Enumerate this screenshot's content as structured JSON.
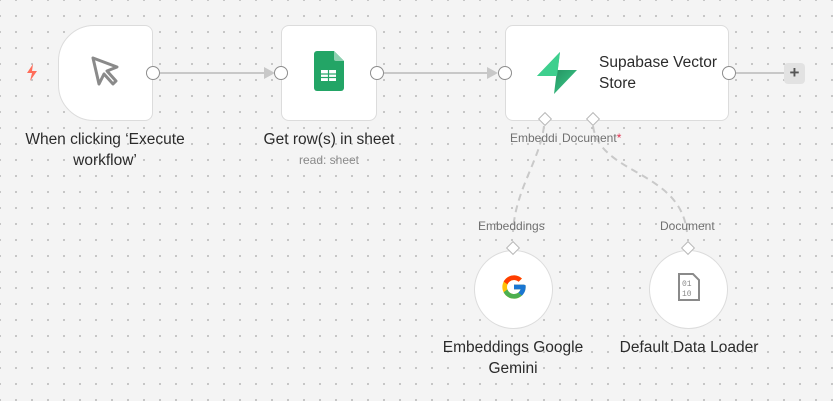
{
  "canvas": {
    "background": "#f4f4f4",
    "dot_color": "#a8a8a8"
  },
  "nodes": {
    "trigger": {
      "label": "When clicking ‘Execute workflow’",
      "label_line1": "When clicking ‘Execute",
      "label_line2": "workflow’",
      "icon": "cursor-pointer-icon",
      "badge_icon": "lightning-bolt-icon",
      "badge_color": "#ff6d5a"
    },
    "sheets": {
      "label": "Get row(s) in sheet",
      "subtitle": "read: sheet",
      "icon": "google-sheets-icon"
    },
    "supabase": {
      "label_line1": "Supabase Vector",
      "label_line2": "Store",
      "icon": "supabase-icon",
      "ports": {
        "embedding_label": "Embeddi",
        "document_label": "Document",
        "document_required": "*"
      }
    },
    "gemini": {
      "label_line1": "Embeddings Google",
      "label_line2": "Gemini",
      "port_label": "Embeddings",
      "icon": "google-g-icon"
    },
    "loader": {
      "label": "Default Data Loader",
      "port_label": "Document",
      "icon": "binary-file-icon"
    }
  },
  "add_node_button": {
    "label": "+"
  }
}
